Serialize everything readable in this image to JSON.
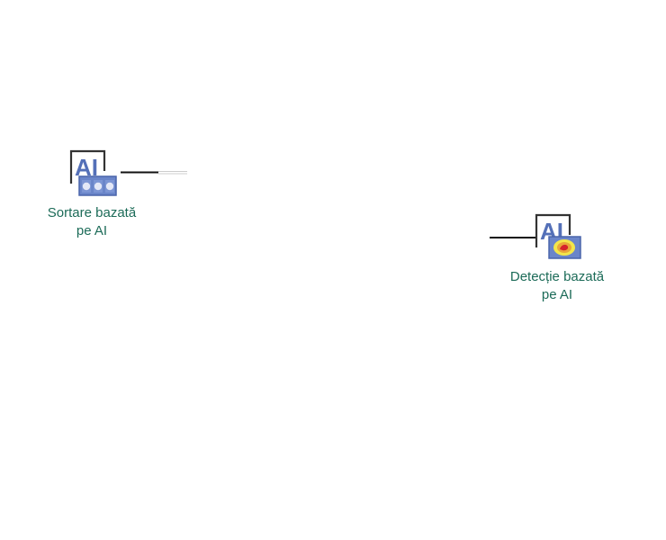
{
  "nodes": [
    {
      "id": "sorting",
      "icon_text": "AI",
      "label_lines": [
        "Sortare bazată",
        "pe AI"
      ]
    },
    {
      "id": "detection",
      "icon_text": "AI",
      "label_lines": [
        "Detecție bazată",
        "pe AI"
      ]
    }
  ],
  "colors": {
    "label": "#1c6b58",
    "icon_frame": "#333333",
    "icon_text": "#5470b8",
    "panel_fill": "#6a85c9",
    "panel_stroke": "#4a65ab",
    "dot_fill": "#e4e8f7",
    "heat_outer": "#f2e64a",
    "heat_inner": "#d6232b",
    "connector": "#111111"
  },
  "icons": {
    "sorting": "ai-sorting-icon",
    "detection": "ai-detection-icon"
  }
}
